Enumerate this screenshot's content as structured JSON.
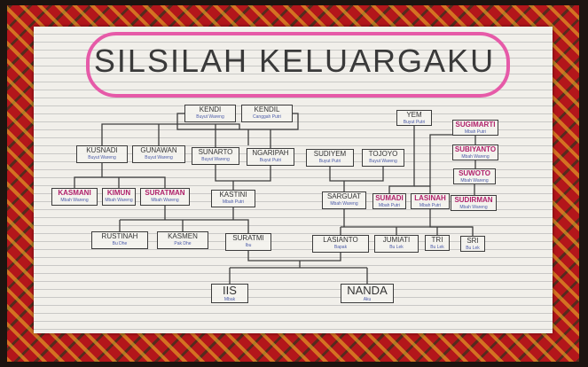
{
  "title": "SILSILAH KELUARGAKU",
  "colors": {
    "cloud": "#e65aa8",
    "highlight_name": "#b0206a",
    "role_text": "#4a5aa8",
    "cloth": "#b3161b"
  },
  "people": {
    "kendi": {
      "name": "KENDI",
      "role": "Buyut Wareng"
    },
    "kendil": {
      "name": "KENDIL",
      "role": "Canggah Putri"
    },
    "kusnadi": {
      "name": "KUSNADI",
      "role": "Buyut Wareng"
    },
    "gunawan": {
      "name": "GUNAWAN",
      "role": "Buyut Wareng"
    },
    "sunarto": {
      "name": "SUNARTO",
      "role": "Buyut Wareng"
    },
    "ngaripah": {
      "name": "NGARIPAH",
      "role": "Buyut Putri"
    },
    "kasmani": {
      "name": "KASMANI",
      "role": "Mbah Wareng",
      "highlight": true
    },
    "kimun": {
      "name": "KIMUN",
      "role": "Mbah Wareng",
      "highlight": true
    },
    "suratman": {
      "name": "SURATMAN",
      "role": "Mbah Wareng",
      "highlight": true
    },
    "kastini": {
      "name": "KASTINI",
      "role": "Mbah Putri"
    },
    "yem": {
      "name": "YEM",
      "role": "Buyut Putri"
    },
    "sugimarti": {
      "name": "SUGIMARTI",
      "role": "Mbah Putri",
      "highlight": true
    },
    "subiyanto": {
      "name": "SUBIYANTO",
      "role": "Mbah Wareng",
      "highlight": true
    },
    "suwoto": {
      "name": "SUWOTO",
      "role": "Mbah Wareng",
      "highlight": true
    },
    "sudirman": {
      "name": "SUDIRMAN",
      "role": "Mbah Wareng",
      "highlight": true
    },
    "sudiyem": {
      "name": "SUDIYEM",
      "role": "Buyut Putri"
    },
    "tojoyo": {
      "name": "TOJOYO",
      "role": "Buyut Wareng"
    },
    "sarguat": {
      "name": "SARGUAT",
      "role": "Mbah Wareng"
    },
    "sumadi": {
      "name": "SUMADI",
      "role": "Mbah Putri",
      "highlight": true
    },
    "lasinah": {
      "name": "LASINAH",
      "role": "Mbah Putri",
      "highlight": true
    },
    "rustinah": {
      "name": "RUSTINAH",
      "role": "Bu Dhe"
    },
    "kasmen": {
      "name": "KASMEN",
      "role": "Pak Dhe"
    },
    "suratmi": {
      "name": "SURATMI",
      "role": "Ibu"
    },
    "lasianto": {
      "name": "LASIANTO",
      "role": "Bapak"
    },
    "jumiati": {
      "name": "JUMIATI",
      "role": "Bu Lek"
    },
    "tri": {
      "name": "TRI",
      "role": "Bu Lek"
    },
    "sri": {
      "name": "SRI",
      "role": "Bu Lek"
    },
    "iis": {
      "name": "IIS",
      "role": "Mbak"
    },
    "nanda": {
      "name": "NANDA",
      "role": "Aku"
    }
  }
}
